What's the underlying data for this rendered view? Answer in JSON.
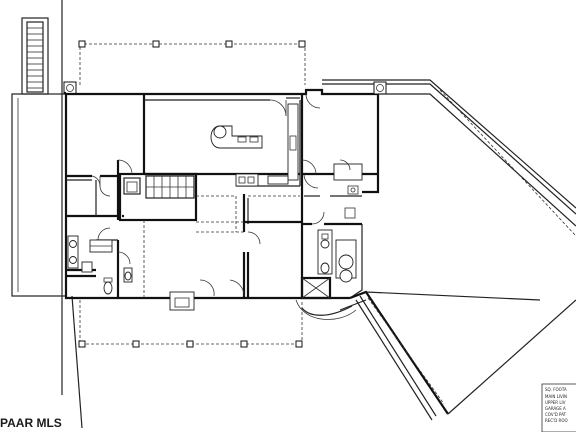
{
  "watermark": {
    "text": "PAAR MLS"
  },
  "legend": {
    "lines": [
      "SQ. FOOTA",
      "MAIN LIVIN",
      "UPPER LIV",
      "GARAGE A",
      "COV'D PAT",
      "REC'D ROO"
    ]
  },
  "colors": {
    "ink": "#222222",
    "background": "#ffffff"
  }
}
